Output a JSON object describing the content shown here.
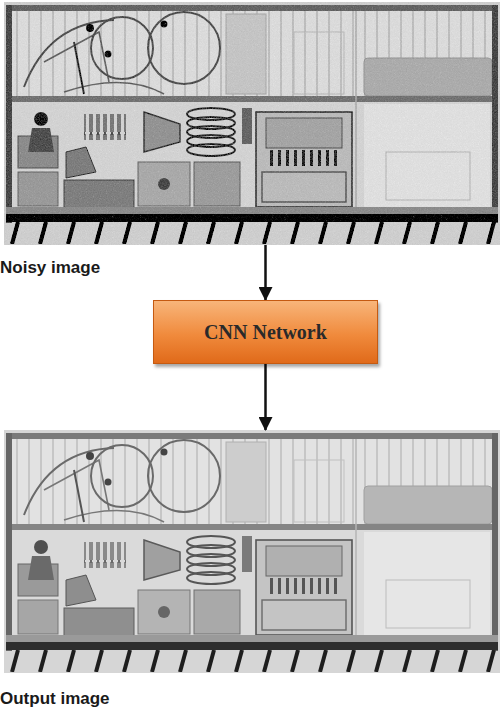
{
  "diagram": {
    "nodes": [
      {
        "text": [
          "Noisy image"
        ]
      },
      {
        "text": [
          "CNN Network"
        ]
      },
      {
        "text": [
          "Output image"
        ]
      }
    ],
    "edges": [
      {
        "from": 0,
        "to": 1,
        "arrow": "to"
      },
      {
        "from": 1,
        "to": 2,
        "arrow": "to"
      }
    ]
  }
}
